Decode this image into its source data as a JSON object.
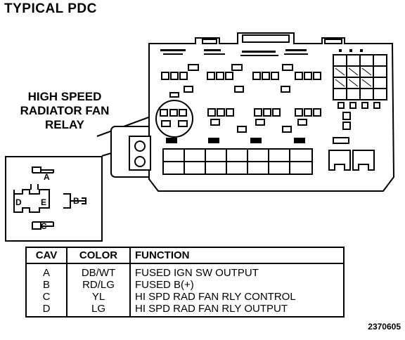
{
  "title": "TYPICAL PDC",
  "callout": {
    "line1": "HIGH SPEED",
    "line2": "RADIATOR FAN",
    "line3": "RELAY"
  },
  "relay_pins": {
    "a": "A",
    "b": "B",
    "c": "C",
    "d": "D",
    "e": "E"
  },
  "table": {
    "headers": [
      "CAV",
      "COLOR",
      "FUNCTION"
    ],
    "rows": [
      {
        "cav": "A",
        "color": "DB/WT",
        "function": "FUSED IGN SW OUTPUT"
      },
      {
        "cav": "B",
        "color": "RD/LG",
        "function": "FUSED B(+)"
      },
      {
        "cav": "C",
        "color": "YL",
        "function": "HI SPD RAD FAN RLY CONTROL"
      },
      {
        "cav": "D",
        "color": "LG",
        "function": "HI SPD RAD FAN RLY OUTPUT"
      }
    ]
  },
  "figure_id": "2370605"
}
